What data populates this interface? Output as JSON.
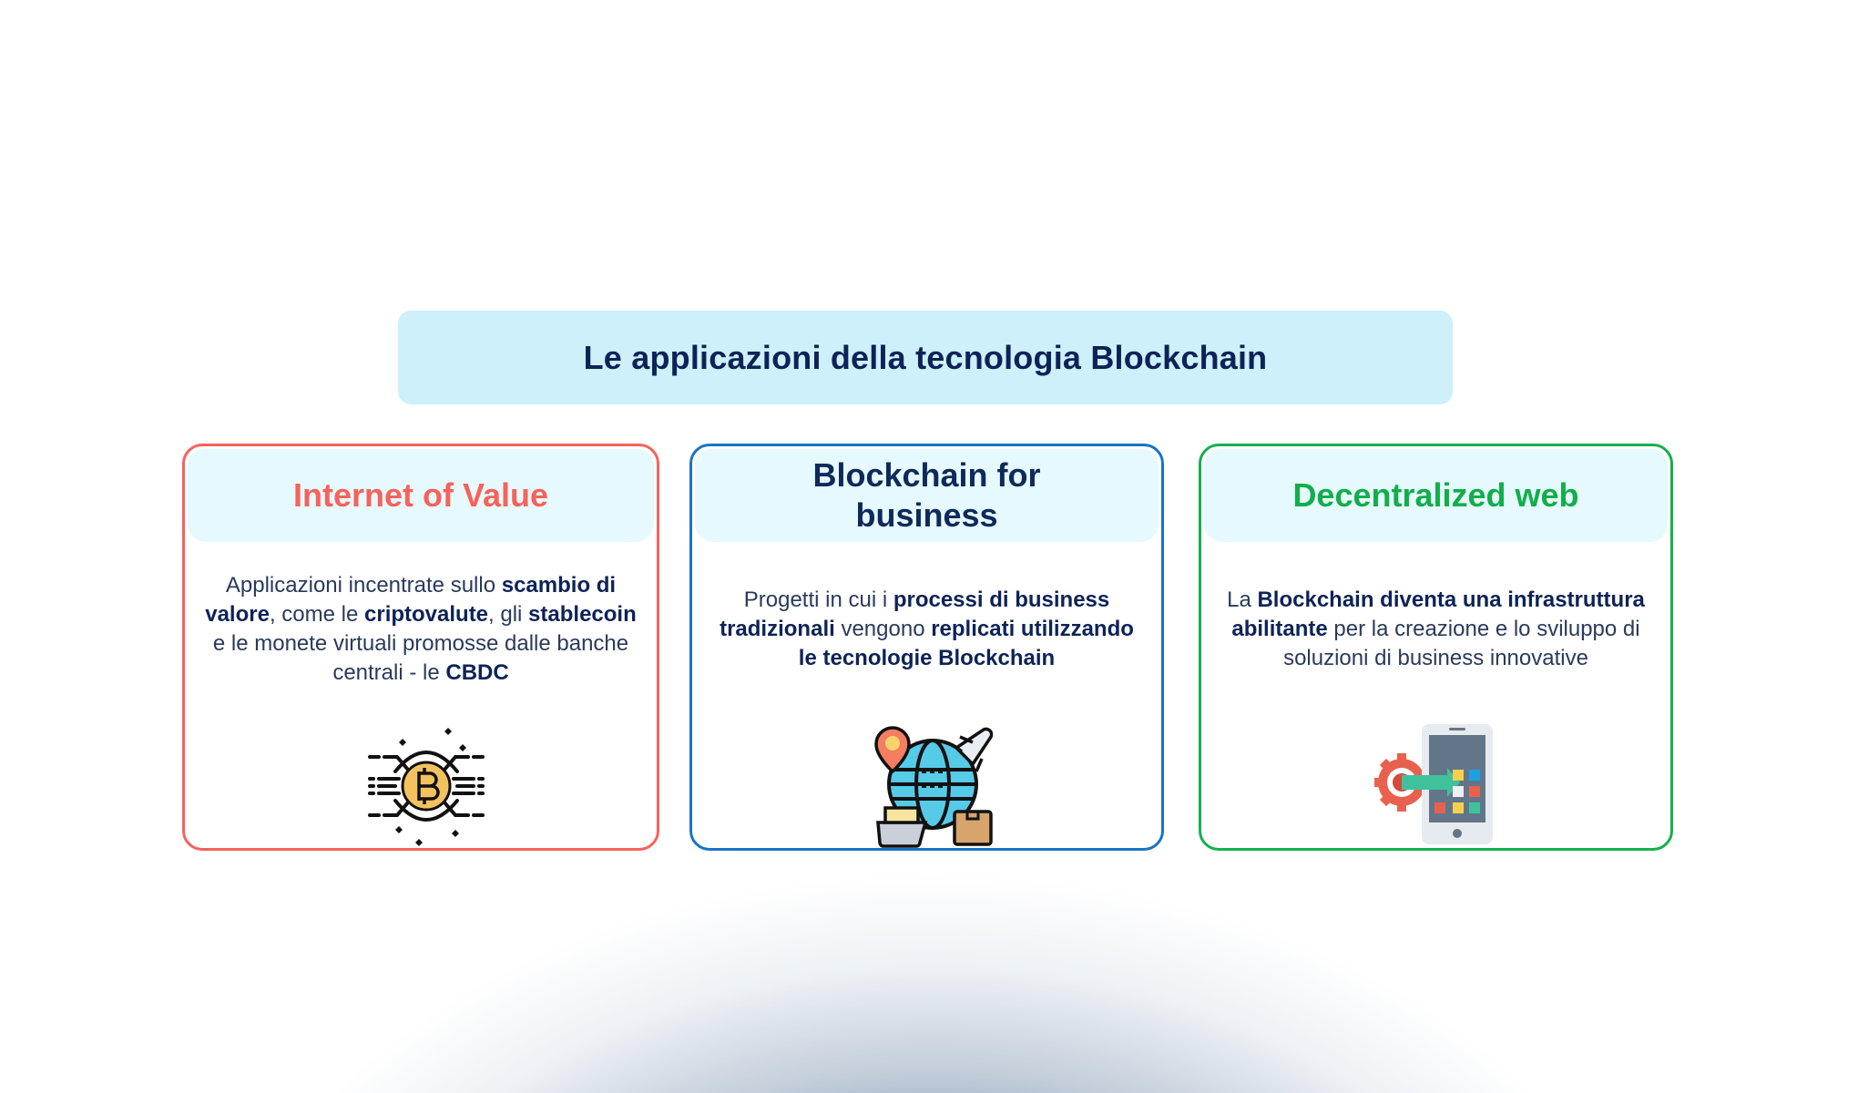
{
  "title": "Le applicazioni della tecnologia Blockchain",
  "colors": {
    "title_bg": "#cdf0fa",
    "title_text": "#0d2358",
    "card_header_bg": "#e6f9fe",
    "red": "#f7625b",
    "blue": "#1a73c4",
    "green": "#14b04e",
    "body_text": "#2a3a5c",
    "bottom_glow": "#2b5277"
  },
  "cards": [
    {
      "title": "Internet of Value",
      "accent": "#f7625b",
      "icon": "bitcoin-circuit-icon",
      "body": [
        {
          "t": "Applicazioni incentrate sullo ",
          "b": false
        },
        {
          "t": "scambio di valore",
          "b": true
        },
        {
          "t": ", come le ",
          "b": false
        },
        {
          "t": "criptovalute",
          "b": true
        },
        {
          "t": ", gli ",
          "b": false
        },
        {
          "t": "stablecoin",
          "b": true
        },
        {
          "t": " e le monete virtuali promosse dalle banche centrali - le ",
          "b": false
        },
        {
          "t": "CBDC",
          "b": true
        }
      ]
    },
    {
      "title": "Blockchain for business",
      "accent": "#1a73c4",
      "icon": "globe-logistics-icon",
      "body": [
        {
          "t": "Progetti in cui i ",
          "b": false
        },
        {
          "t": "processi di business tradizionali",
          "b": true
        },
        {
          "t": " vengono ",
          "b": false
        },
        {
          "t": "replicati utilizzando le tecnologie Blockchain",
          "b": true
        }
      ]
    },
    {
      "title": "Decentralized web",
      "accent": "#14b04e",
      "icon": "mobile-app-gear-icon",
      "body": [
        {
          "t": "La ",
          "b": false
        },
        {
          "t": "Blockchain diventa una infrastruttura abilitante",
          "b": true
        },
        {
          "t": " per la creazione e lo sviluppo di soluzioni di business innovative",
          "b": false
        }
      ]
    }
  ]
}
